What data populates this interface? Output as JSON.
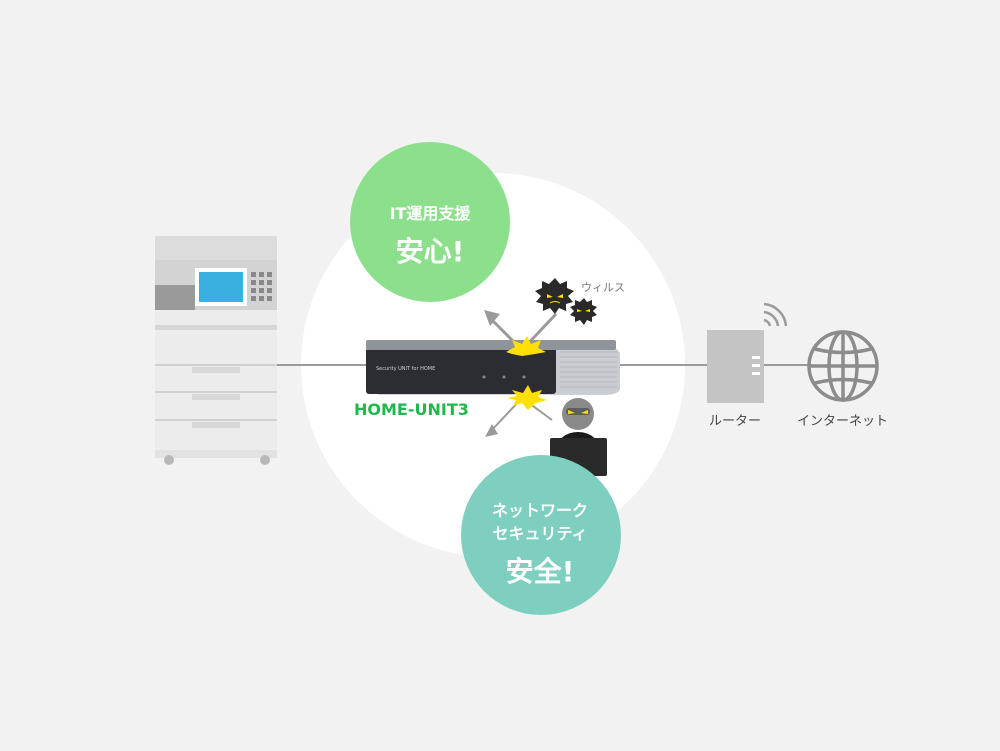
{
  "product": {
    "name": "HOME-UNIT3",
    "device_label": "Security UNIT for HOME"
  },
  "bubbles": {
    "it_support": {
      "line1": "IT運用支援",
      "line2": "安心!"
    },
    "network_security": {
      "line1": "ネットワーク",
      "line2": "セキュリティ",
      "line3": "安全!"
    }
  },
  "labels": {
    "virus": "ウィルス",
    "router": "ルーター",
    "internet": "インターネット"
  },
  "icons": [
    "printer-icon",
    "router-icon",
    "wifi-icon",
    "globe-icon",
    "virus-icon",
    "hacker-icon",
    "blocked-arrow-icon",
    "impact-burst-icon"
  ],
  "colors": {
    "background": "#f2f2f2",
    "center_circle": "#ffffff",
    "it_bubble": "#8ce08c",
    "security_bubble": "#7ecfbf",
    "product_text": "#1fb84c",
    "burst": "#ffe000",
    "virus": "#2a2a2a"
  }
}
